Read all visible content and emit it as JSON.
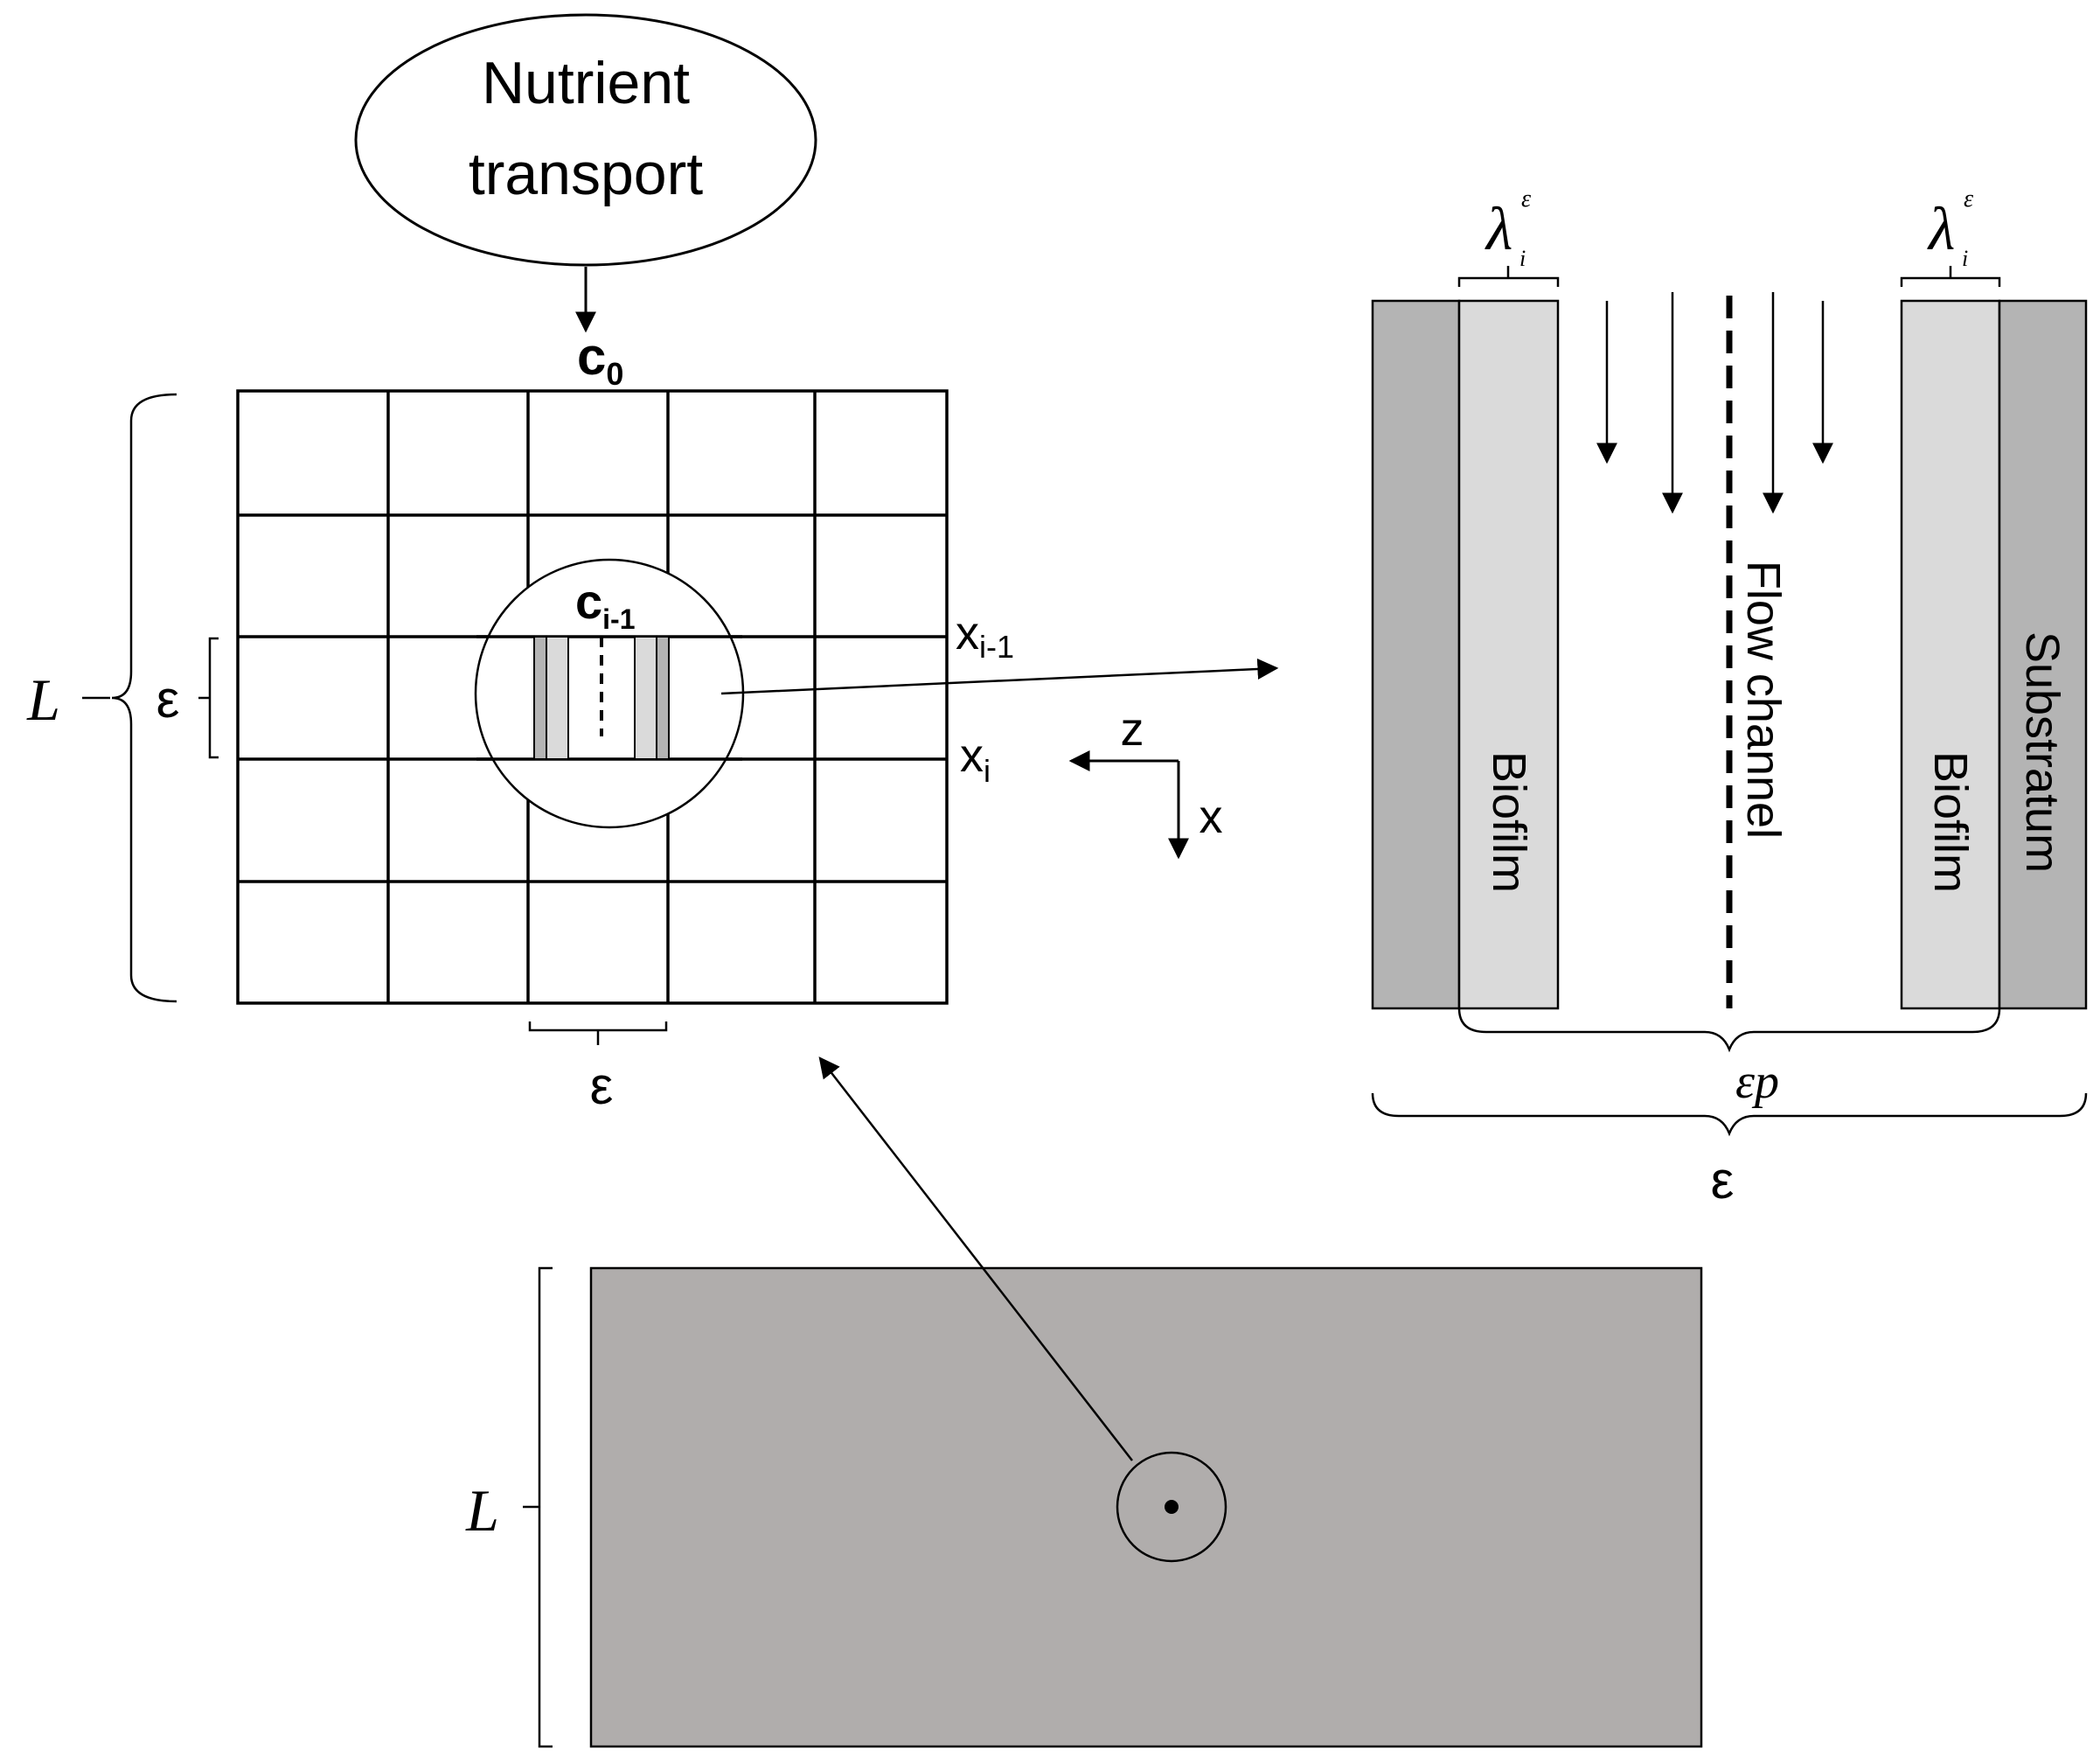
{
  "colors": {
    "background": "#ffffff",
    "ink": "#000000",
    "substratum": "#b4b4b4",
    "biofilm": "#dadada",
    "domain": "#b0adac"
  },
  "labels": {
    "nutrient_line1": "Nutrient",
    "nutrient_line2": "transport",
    "c0_base": "c",
    "c0_sub": "0",
    "ci1_base": "c",
    "ci1_sub": "i-1",
    "xi1_base": "x",
    "xi1_sub": "i-1",
    "xi_base": "x",
    "xi_sub": "i",
    "L_grid": "L",
    "eps_left": "ε",
    "eps_bottom": "ε",
    "axis_z": "z",
    "axis_x": "x",
    "lambda_left": "λ",
    "lambda_left_sup": "ε",
    "lambda_left_sub": "i",
    "lambda_right": "λ",
    "lambda_right_sup": "ε",
    "lambda_right_sub": "i",
    "biofilm_left": "Biofilm",
    "flow_channel": "Flow channel",
    "biofilm_right": "Biofilm",
    "substratum": "Substratum",
    "eps_p": "εp",
    "eps_channel": "ε",
    "L_domain": "L"
  }
}
